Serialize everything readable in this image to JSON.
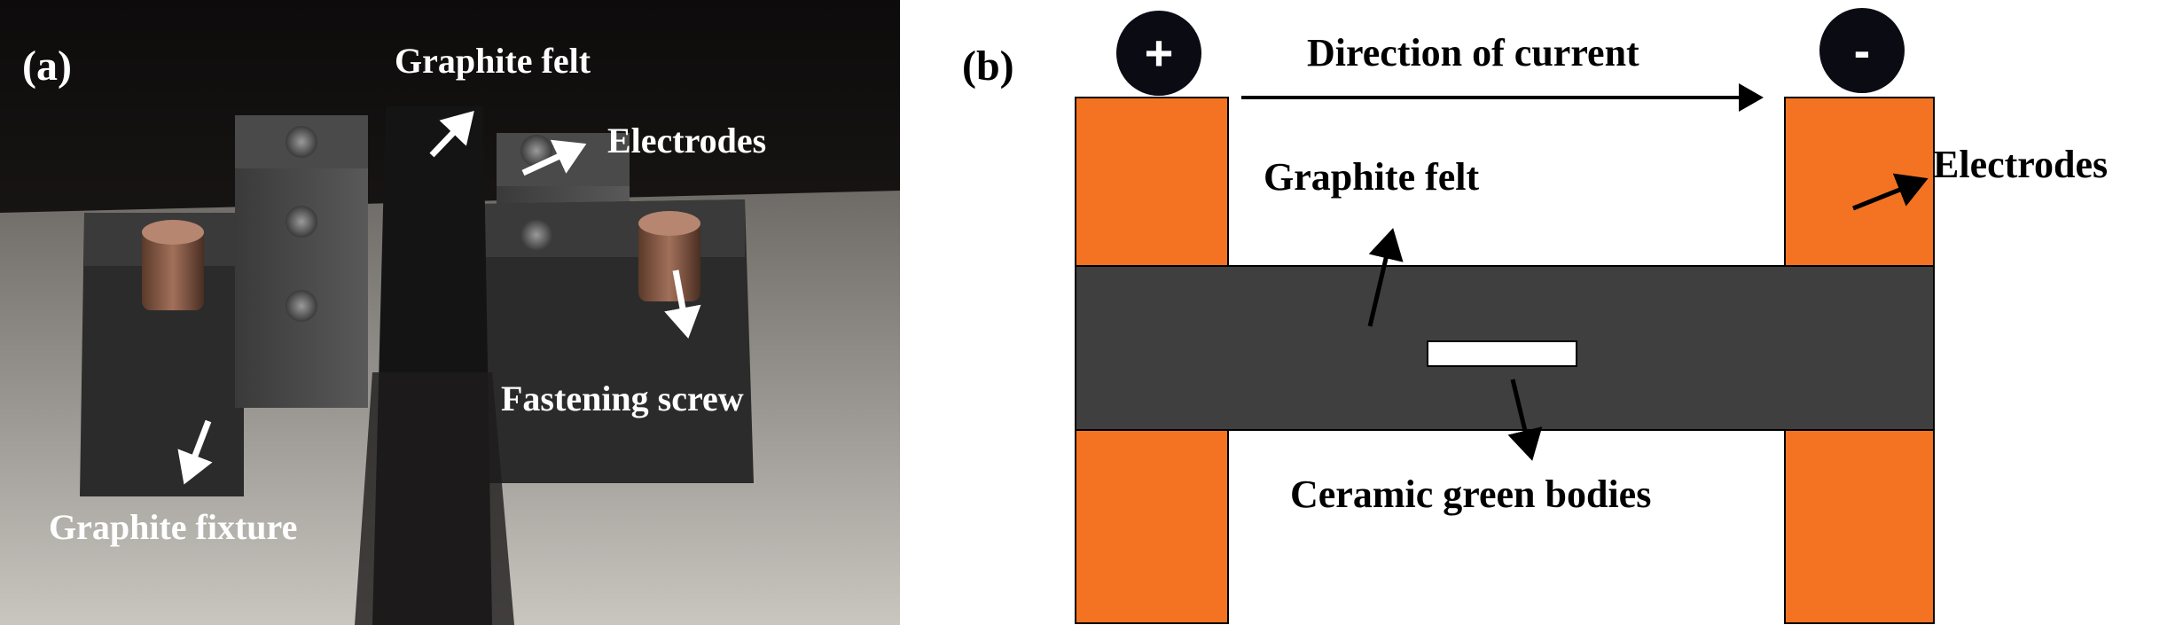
{
  "panel_a": {
    "letter": "(a)",
    "labels": {
      "graphite_felt": "Graphite felt",
      "electrodes": "Electrodes",
      "fastening_screw": "Fastening screw",
      "graphite_fixture": "Graphite fixture"
    }
  },
  "panel_b": {
    "letter": "(b)",
    "plus_sign": "+",
    "minus_sign": "-",
    "direction_of_current": "Direction of current",
    "graphite_felt": "Graphite felt",
    "electrodes": "Electrodes",
    "ceramic_green_bodies": "Ceramic green bodies"
  },
  "colors": {
    "electrode": "#f47322",
    "felt": "#3f3f3f",
    "terminal": "#0b0b14"
  }
}
